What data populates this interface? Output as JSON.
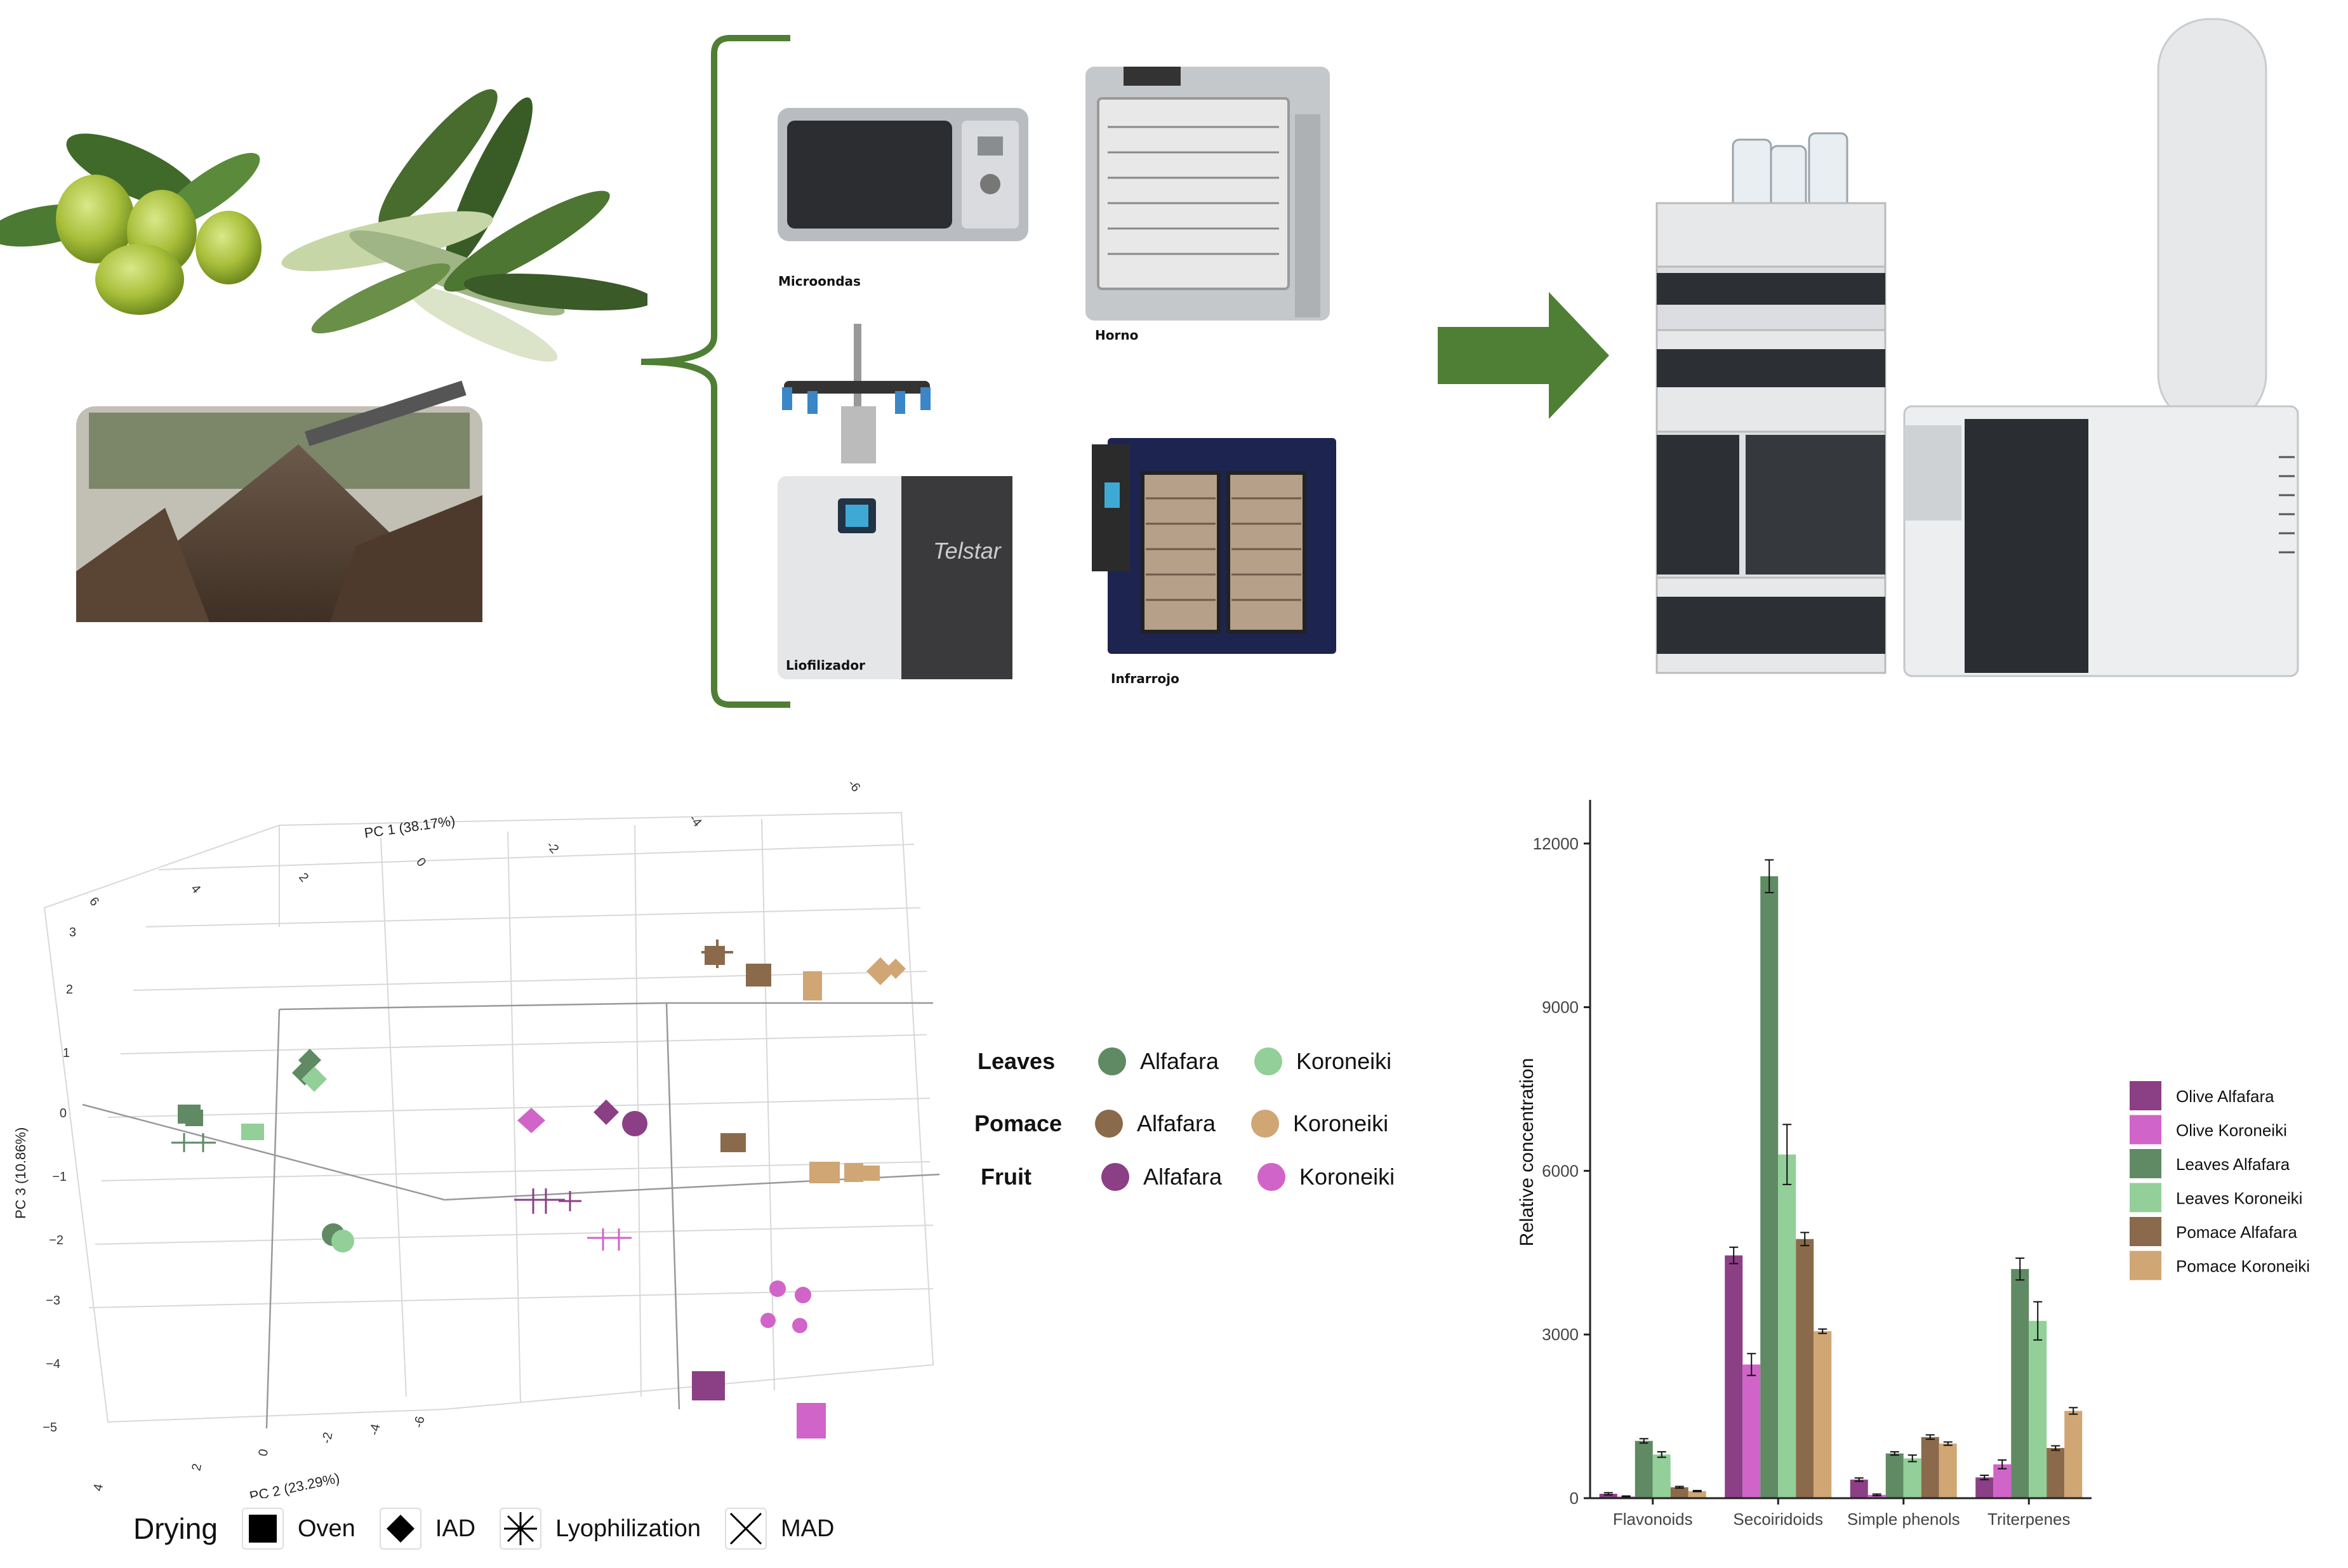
{
  "equipment": {
    "microwave": "Microondas",
    "oven": "Horno",
    "freeze_dryer": "Liofilizador",
    "infrared": "Infrarrojo",
    "freeze_dryer_brand": "Telstar"
  },
  "colors": {
    "leaves_alfafara": "#5f8a63",
    "leaves_koroneiki": "#93cf98",
    "pomace_alfafara": "#8a6a4a",
    "pomace_koroneiki": "#d0a675",
    "fruit_alfafara": "#8b3f85",
    "fruit_koroneiki": "#d064c8",
    "bracket_arrow": "#4e7f34"
  },
  "pca": {
    "axes": {
      "pc1": "PC 1 (38.17%)",
      "pc2": "PC 2 (23.29%)",
      "pc3": "PC 3 (10.86%)"
    },
    "pc1_ticks": [
      "6",
      "4",
      "2",
      "0",
      "-2",
      "-4",
      "-6"
    ],
    "pc2_ticks": [
      "4",
      "2",
      "0",
      "-2",
      "-4",
      "-6"
    ],
    "pc3_ticks": [
      "3",
      "2",
      "1",
      "0",
      "−1",
      "−2",
      "−3",
      "−4",
      "−5"
    ],
    "legend": {
      "leaves": "Leaves",
      "pomace": "Pomace",
      "fruit": "Fruit",
      "alfafara": "Alfafara",
      "koroneiki": "Koroneiki"
    },
    "drying": {
      "title": "Drying",
      "oven": "Oven",
      "iad": "IAD",
      "lyophilization": "Lyophilization",
      "mad": "MAD"
    }
  },
  "chart_data": {
    "type": "bar",
    "categories": [
      "Flavonoids",
      "Secoiridoids",
      "Simple phenols",
      "Triterpenes"
    ],
    "ylabel": "Relative concentration",
    "ylim": [
      0,
      12800
    ],
    "yticks": [
      "0",
      "3000",
      "6000",
      "9000",
      "12000"
    ],
    "series": [
      {
        "name": "Olive Alfafara",
        "color": "#8b3f85",
        "values": [
          80,
          4450,
          340,
          380
        ],
        "errors": [
          20,
          150,
          30,
          40
        ]
      },
      {
        "name": "Olive Koroneiki",
        "color": "#d064c8",
        "values": [
          30,
          2450,
          60,
          620
        ],
        "errors": [
          10,
          200,
          15,
          80
        ]
      },
      {
        "name": "Leaves Alfafara",
        "color": "#5f8a63",
        "values": [
          1050,
          11400,
          820,
          4200
        ],
        "errors": [
          40,
          300,
          30,
          200
        ]
      },
      {
        "name": "Leaves Koroneiki",
        "color": "#93cf98",
        "values": [
          800,
          6300,
          730,
          3250
        ],
        "errors": [
          50,
          550,
          60,
          350
        ]
      },
      {
        "name": "Pomace Alfafara",
        "color": "#8a6a4a",
        "values": [
          200,
          4750,
          1120,
          920
        ],
        "errors": [
          15,
          120,
          40,
          40
        ]
      },
      {
        "name": "Pomace Koroneiki",
        "color": "#d0a675",
        "values": [
          130,
          3060,
          1000,
          1600
        ],
        "errors": [
          10,
          40,
          30,
          60
        ]
      }
    ]
  }
}
